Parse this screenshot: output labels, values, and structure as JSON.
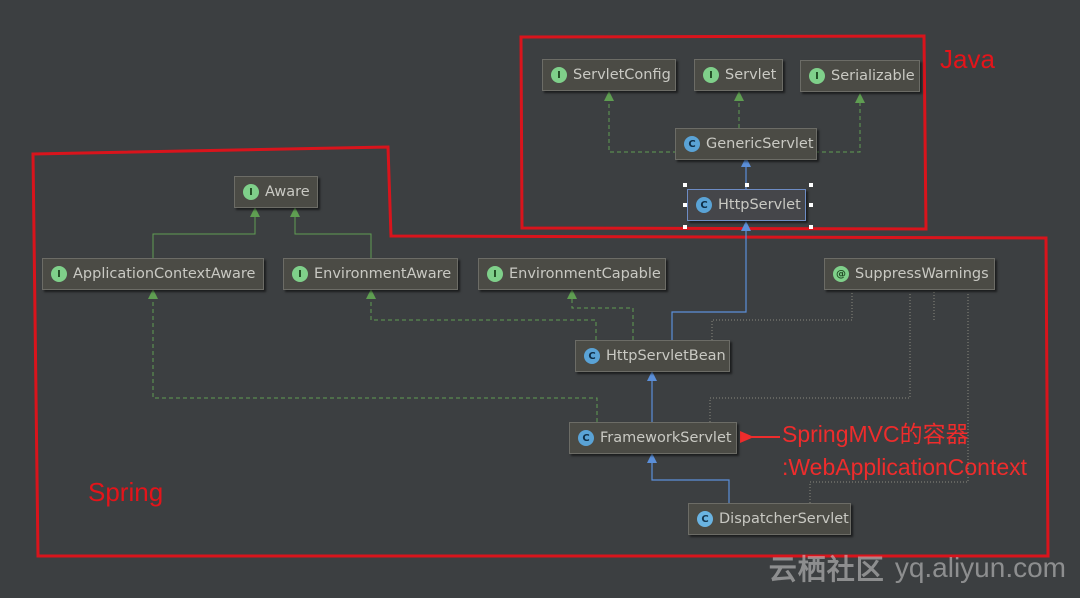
{
  "regions": {
    "java_label": "Java",
    "spring_label": "Spring"
  },
  "nodes": {
    "servlet_config": {
      "icon": "I",
      "label": "ServletConfig"
    },
    "servlet": {
      "icon": "I",
      "label": "Servlet"
    },
    "serializable": {
      "icon": "I",
      "label": "Serializable"
    },
    "generic_servlet": {
      "icon": "C",
      "label": "GenericServlet"
    },
    "http_servlet": {
      "icon": "C",
      "label": "HttpServlet"
    },
    "aware": {
      "icon": "I",
      "label": "Aware"
    },
    "application_context_aware": {
      "icon": "I",
      "label": "ApplicationContextAware"
    },
    "environment_aware": {
      "icon": "I",
      "label": "EnvironmentAware"
    },
    "environment_capable": {
      "icon": "I",
      "label": "EnvironmentCapable"
    },
    "suppress_warnings": {
      "icon": "@",
      "label": "SuppressWarnings"
    },
    "http_servlet_bean": {
      "icon": "C",
      "label": "HttpServletBean"
    },
    "framework_servlet": {
      "icon": "C",
      "label": "FrameworkServlet"
    },
    "dispatcher_servlet": {
      "icon": "C",
      "label": "DispatcherServlet"
    }
  },
  "annotation": {
    "line1": "SpringMVC的容器",
    "line2": ":WebApplicationContext"
  },
  "watermark": {
    "cn": "云栖社区",
    "domain": "yq.aliyun.com"
  },
  "colors": {
    "region_border": "#d9141c",
    "implements_edge": "#5f9e52",
    "extends_edge": "#5b8fd9",
    "annotation_edge": "#8a8a7e",
    "note_text": "#ee2c2c"
  }
}
